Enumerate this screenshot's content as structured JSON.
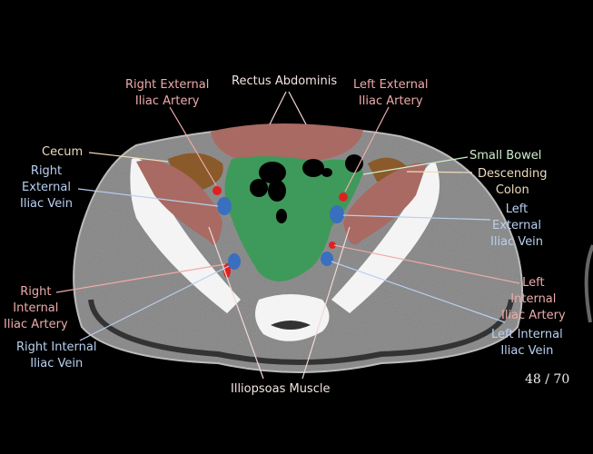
{
  "labels": {
    "rectus_abdominis": "Rectus Abdominis",
    "right_external_iliac_artery": [
      "Right External",
      "Iliac Artery"
    ],
    "left_external_iliac_artery": [
      "Left External",
      "Iliac Artery"
    ],
    "cecum": "Cecum",
    "right_external_iliac_vein": [
      "Right",
      "External",
      "Iliac Vein"
    ],
    "small_bowel": "Small Bowel",
    "descending_colon": [
      "Descending",
      "Colon"
    ],
    "left_external_iliac_vein": [
      "Left",
      "External",
      "Iliac Vein"
    ],
    "right_internal_iliac_artery": [
      "Right",
      "Internal",
      "Iliac Artery"
    ],
    "right_internal_iliac_vein": [
      "Right Internal",
      "Iliac Vein"
    ],
    "left_internal_iliac_artery": [
      "Left",
      "Internal",
      "Iliac Artery"
    ],
    "left_internal_iliac_vein": [
      "Left Internal",
      "Iliac Vein"
    ],
    "illiopsoas_muscle": "Illiopsoas Muscle"
  },
  "slice_indicator": "48 / 70",
  "colors": {
    "artery": "#e02020",
    "vein": "#3a6fc0",
    "muscle": "#a86a62",
    "bowel": "#3e9a5a",
    "colon": "#8a5a2a"
  }
}
